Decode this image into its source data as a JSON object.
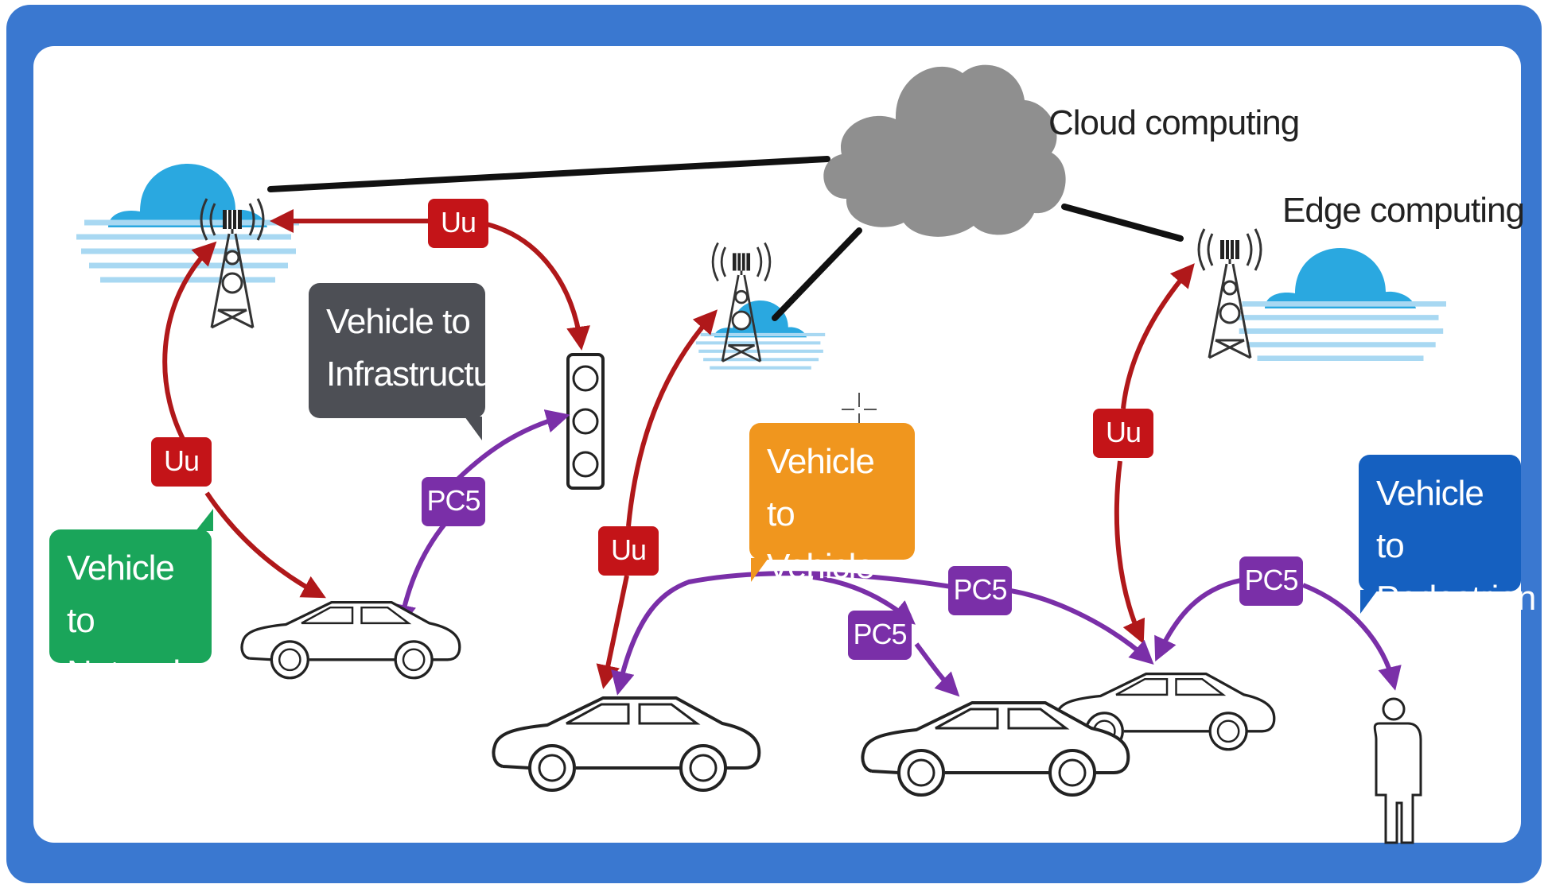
{
  "labels": {
    "cloud_computing": "Cloud computing",
    "edge_computing": "Edge computing"
  },
  "callouts": {
    "v2n": [
      "Vehicle to",
      "Network"
    ],
    "v2i": [
      "Vehicle to",
      "Infrastructure"
    ],
    "v2v": [
      "Vehicle to",
      "Vehicle"
    ],
    "v2p": [
      "Vehicle to",
      "Pedestrian"
    ]
  },
  "interfaces": {
    "uu": "Uu",
    "pc5": "PC5"
  },
  "colors": {
    "frame": "#3a78d0",
    "uu_link": "#b0181a",
    "pc5_link": "#7a2fa8",
    "v2n": "#1aa55a",
    "v2i": "#4d4f55",
    "v2v": "#f0961e",
    "v2p": "#1560c0",
    "cloud": "#8f8f8f",
    "edge_cloud": "#2aa8e0"
  }
}
